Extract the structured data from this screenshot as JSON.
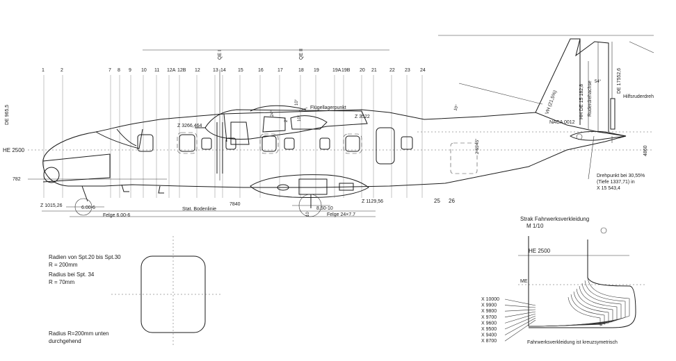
{
  "frames": {
    "numbers": [
      "1",
      "2",
      "7",
      "8",
      "9",
      "10",
      "11",
      "12A",
      "12B",
      "12",
      "13",
      "14",
      "15",
      "16",
      "17",
      "18",
      "19",
      "19A",
      "19B",
      "20",
      "21",
      "22",
      "23",
      "24"
    ],
    "lower_numbers": [
      "25",
      "26"
    ]
  },
  "fuselage": {
    "qe_labels": [
      "QE I",
      "QE II"
    ],
    "de_label": "DE 965,5",
    "he_label": "HE 2500",
    "bottom_value": "782",
    "nose_z": "Z 1015,26",
    "z_upper": "Z 3266,464",
    "z_wing": "Z 3522",
    "z_lower": "Z 1129,56",
    "floor_line": "Stat. Bodenlinie",
    "dim_7840": "7840",
    "dim_10": "10",
    "flugellagerpunkt": "Flügellagerpunkt",
    "deg_24": "24°",
    "deg_10": "10°",
    "deg_10b": "10°",
    "deg_2": "2°"
  },
  "gear": {
    "nose_tyre": "6.00-6",
    "nose_rim": "Felge 6.00-6",
    "main_tyre": "8.50-10",
    "main_rim": "Felge 24×7.7"
  },
  "tail": {
    "deg_10": "10°",
    "deg_2_55": "2°55'45\"",
    "vh_label": "VH (21,5%)",
    "naca": "NACA 0012",
    "hh_de": "HH DE 15 182,8",
    "ruder": "Ruderdrehachse",
    "de_17552": "DE 17552,6",
    "deg_54": "54°",
    "hilfsruder": "Hilfsruderdreh",
    "dim_4860": "4860",
    "drehpunkt_1": "Drehpunkt bei 30,55%",
    "drehpunkt_2": "(Tiefe 1337,71) in",
    "drehpunkt_3": "X 15 543,4"
  },
  "window_detail": {
    "line1": "Radien von Spt.20 bis Spt.30",
    "line2": "R = 200mm",
    "line3": "Radius bei Spt. 34",
    "line4": "R = 70mm",
    "bottom1": "Radius R=200mm unten",
    "bottom2": "durchgehend"
  },
  "fairing_detail": {
    "title1": "Strak Fahrwerksverkleidung",
    "title2": "M 1/10",
    "he_label": "HE 2500",
    "me_label": "ME",
    "stations": [
      "X 10000",
      "X 9900",
      "X 9800",
      "X 9700",
      "X 9600",
      "X 9500",
      "X 9400",
      "X 8700"
    ],
    "note": "Fahrwerksverkleidung ist kreuzsymetrisch"
  },
  "line_color": "#1a1a1a"
}
